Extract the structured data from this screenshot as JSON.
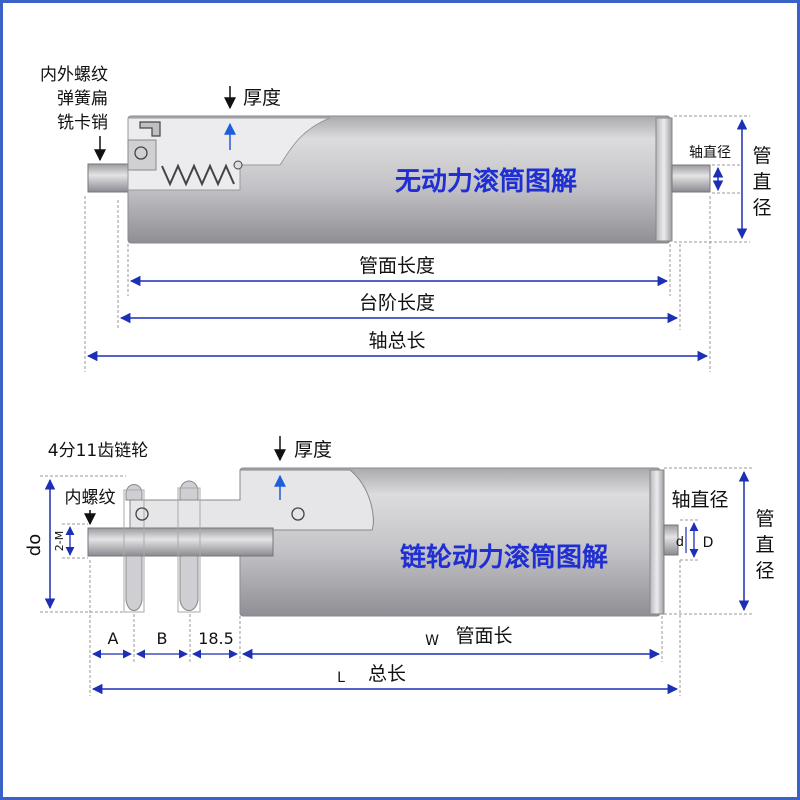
{
  "colors": {
    "border": "#3a63c8",
    "dim_line": "#1c2fb5",
    "title_text": "#1f2fd1",
    "label_text": "#111111",
    "tube_light": "#d6d6d8",
    "tube_mid": "#b9b9bd",
    "tube_dark": "#8f8f95"
  },
  "top_diagram": {
    "title": "无动力滚筒图解",
    "pin_label_lines": [
      "内外螺纹",
      "弹簧扁",
      "铣卡销"
    ],
    "thickness_label": "厚度",
    "shaft_diameter_label": "轴直径",
    "tube_diameter_label_lines": [
      "管",
      "直",
      "径"
    ],
    "tube_face_length_label": "管面长度",
    "step_length_label": "台阶长度",
    "total_shaft_length_label": "轴总长"
  },
  "bottom_diagram": {
    "title": "链轮动力滚筒图解",
    "sprocket_label": "4分11齿链轮",
    "thickness_label": "厚度",
    "internal_thread_label": "内螺纹",
    "do_label": "do",
    "thread_label": "2-M",
    "shaft_diameter_label": "轴直径",
    "d_label": "d",
    "D_label": "D",
    "tube_diameter_label_lines": [
      "管",
      "直",
      "径"
    ],
    "A_label": "A",
    "B_label": "B",
    "offset_value": "18.5",
    "W_label": "W",
    "tube_face_length_label": "管面长",
    "L_label": "L",
    "total_length_label": "总长"
  }
}
